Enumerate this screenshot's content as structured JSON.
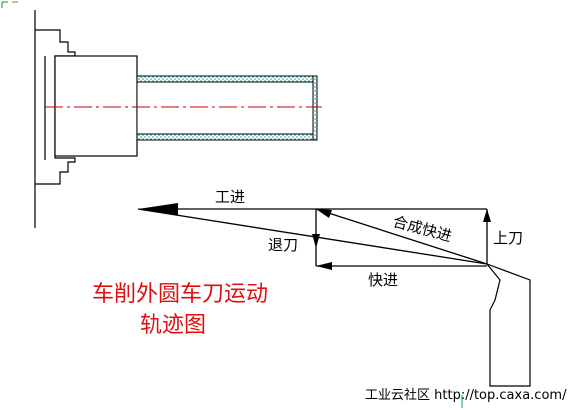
{
  "diagram": {
    "labels": {
      "feed": "工进",
      "combined_fast_feed": "合成快进",
      "tool_up": "上刀",
      "retract": "退刀",
      "fast_feed": "快进"
    },
    "title_line1": "车削外圆车刀运动",
    "title_line2": "轨迹图",
    "watermark": "工业云社区 http://top.caxa.com/"
  },
  "colors": {
    "line": "#000000",
    "title": "#e01010",
    "centerline": "#cc0000",
    "hatch": "#00a0a0"
  }
}
